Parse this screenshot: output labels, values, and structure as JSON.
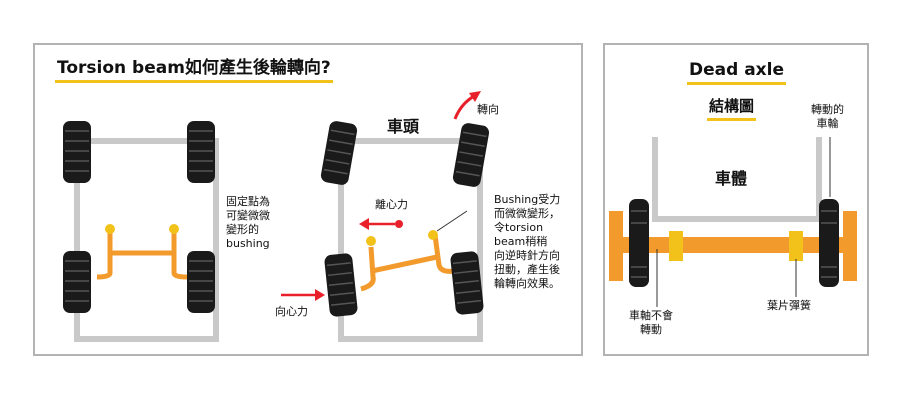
{
  "colors": {
    "frame": "#c9c9c9",
    "beam": "#f39a2c",
    "joint": "#f2c21b",
    "arrow": "#e8202a",
    "tire": "#1a1a1a",
    "panel_border": "#b3b3b3"
  },
  "left_panel": {
    "title": "Torsion beam如何產生後輪轉向?",
    "fixed_bushing_label": [
      "固定點為",
      "可變微微",
      "變形的",
      "bushing"
    ],
    "car_front_label": "車頭",
    "turn_label": "轉向",
    "centrifugal_label": "離心力",
    "centripetal_label": "向心力",
    "bushing_note": [
      "Bushing受力",
      "而微微變形，",
      "令torsion",
      "beam稍稍",
      "向逆時針方向",
      "扭動，產生後",
      "輪轉向效果。"
    ]
  },
  "right_panel": {
    "title": "Dead axle",
    "subtitle": "結構圖",
    "body_label": "車體",
    "turning_wheel_label": [
      "轉動的",
      "車輪"
    ],
    "axle_label": [
      "車軸不會",
      "轉動"
    ],
    "leaf_spring_label": "葉片彈簧"
  }
}
